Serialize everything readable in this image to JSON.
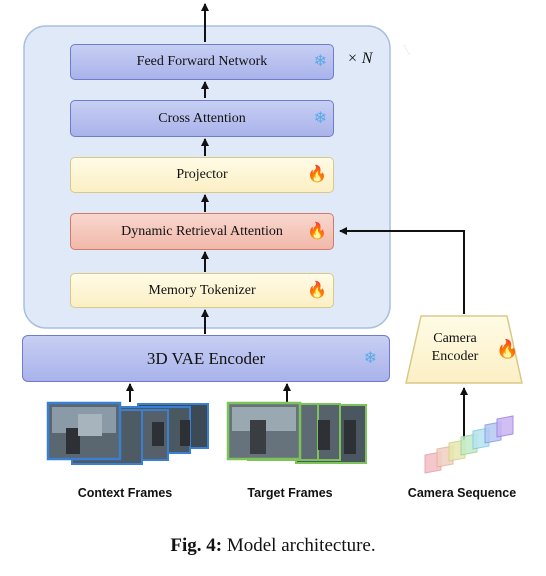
{
  "blocks": {
    "ffn": "Feed Forward Network",
    "cross_attention": "Cross Attention",
    "projector": "Projector",
    "dynamic_retrieval": "Dynamic Retrieval Attention",
    "memory_tokenizer": "Memory Tokenizer",
    "vae_encoder": "3D VAE Encoder",
    "camera_encoder_line1": "Camera",
    "camera_encoder_line2": "Encoder"
  },
  "repeat_label": "× N",
  "inputs": {
    "context": "Context Frames",
    "target": "Target Frames",
    "camera": "Camera Sequence"
  },
  "caption": {
    "prefix": "Fig. 4:",
    "text": "Model architecture."
  },
  "icons": {
    "frozen": "snowflake-icon",
    "trainable": "fire-icon"
  },
  "colors": {
    "container_fill": "#dfe9f7",
    "blue_block": "#b0baec",
    "yellow_block": "#fcf2cc",
    "red_block": "#f3c0b3",
    "context_frame_border": "#3a7fd0",
    "target_frame_border": "#7dc35a"
  }
}
